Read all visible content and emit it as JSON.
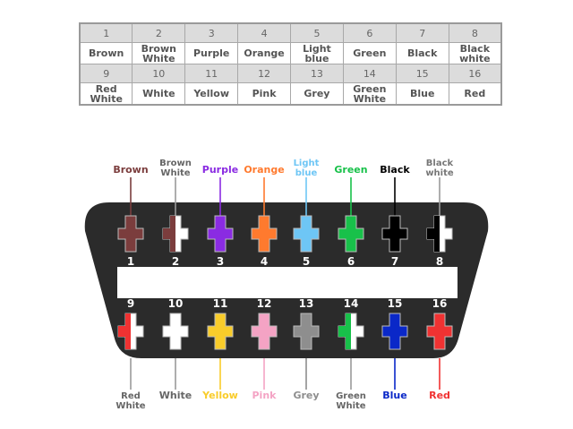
{
  "table": {
    "rows": [
      [
        {
          "num": "1",
          "label": [
            "Brown"
          ]
        },
        {
          "num": "2",
          "label": [
            "Brown",
            "White"
          ]
        },
        {
          "num": "3",
          "label": [
            "Purple"
          ]
        },
        {
          "num": "4",
          "label": [
            "Orange"
          ]
        },
        {
          "num": "5",
          "label": [
            "Light",
            "blue"
          ]
        },
        {
          "num": "6",
          "label": [
            "Green"
          ]
        },
        {
          "num": "7",
          "label": [
            "Black"
          ]
        },
        {
          "num": "8",
          "label": [
            "Black",
            "white"
          ]
        }
      ],
      [
        {
          "num": "9",
          "label": [
            "Red",
            "White"
          ]
        },
        {
          "num": "10",
          "label": [
            "White"
          ]
        },
        {
          "num": "11",
          "label": [
            "Yellow"
          ]
        },
        {
          "num": "12",
          "label": [
            "Pink"
          ]
        },
        {
          "num": "13",
          "label": [
            "Grey"
          ]
        },
        {
          "num": "14",
          "label": [
            "Green",
            "White"
          ]
        },
        {
          "num": "15",
          "label": [
            "Blue"
          ]
        },
        {
          "num": "16",
          "label": [
            "Red"
          ]
        }
      ]
    ]
  },
  "connector": {
    "body_color": "#2b2b2b",
    "pins": [
      {
        "num": "1",
        "label": [
          "Brown"
        ],
        "color": "#7b3d3d",
        "label_color": "#7b3d3d",
        "striped": false
      },
      {
        "num": "2",
        "label": [
          "Brown",
          "White"
        ],
        "color": "#7b3d3d",
        "label_color": "#666666",
        "striped": true
      },
      {
        "num": "3",
        "label": [
          "Purple"
        ],
        "color": "#8a2be2",
        "label_color": "#8a2be2",
        "striped": false
      },
      {
        "num": "4",
        "label": [
          "Orange"
        ],
        "color": "#ff7a2e",
        "label_color": "#ff7a2e",
        "striped": false
      },
      {
        "num": "5",
        "label": [
          "Light",
          "blue"
        ],
        "color": "#6ec6f5",
        "label_color": "#6ec6f5",
        "striped": false
      },
      {
        "num": "6",
        "label": [
          "Green"
        ],
        "color": "#18c14a",
        "label_color": "#18c14a",
        "striped": false
      },
      {
        "num": "7",
        "label": [
          "Black"
        ],
        "color": "#000000",
        "label_color": "#000000",
        "striped": false
      },
      {
        "num": "8",
        "label": [
          "Black",
          "white"
        ],
        "color": "#000000",
        "label_color": "#777777",
        "striped": true
      },
      {
        "num": "9",
        "label": [
          "Red",
          "White"
        ],
        "color": "#f03232",
        "label_color": "#666666",
        "striped": true
      },
      {
        "num": "10",
        "label": [
          "White"
        ],
        "color": "#ffffff",
        "label_color": "#666666",
        "striped": false
      },
      {
        "num": "11",
        "label": [
          "Yellow"
        ],
        "color": "#f9cc2a",
        "label_color": "#f9cc2a",
        "striped": false
      },
      {
        "num": "12",
        "label": [
          "Pink"
        ],
        "color": "#f4a3c4",
        "label_color": "#f4a3c4",
        "striped": false
      },
      {
        "num": "13",
        "label": [
          "Grey"
        ],
        "color": "#8e8e8e",
        "label_color": "#8e8e8e",
        "striped": false
      },
      {
        "num": "14",
        "label": [
          "Green",
          "White"
        ],
        "color": "#18c14a",
        "label_color": "#666666",
        "striped": true
      },
      {
        "num": "15",
        "label": [
          "Blue"
        ],
        "color": "#0a28c8",
        "label_color": "#0a28c8",
        "striped": false
      },
      {
        "num": "16",
        "label": [
          "Red"
        ],
        "color": "#f03232",
        "label_color": "#f03232",
        "striped": false
      }
    ]
  }
}
